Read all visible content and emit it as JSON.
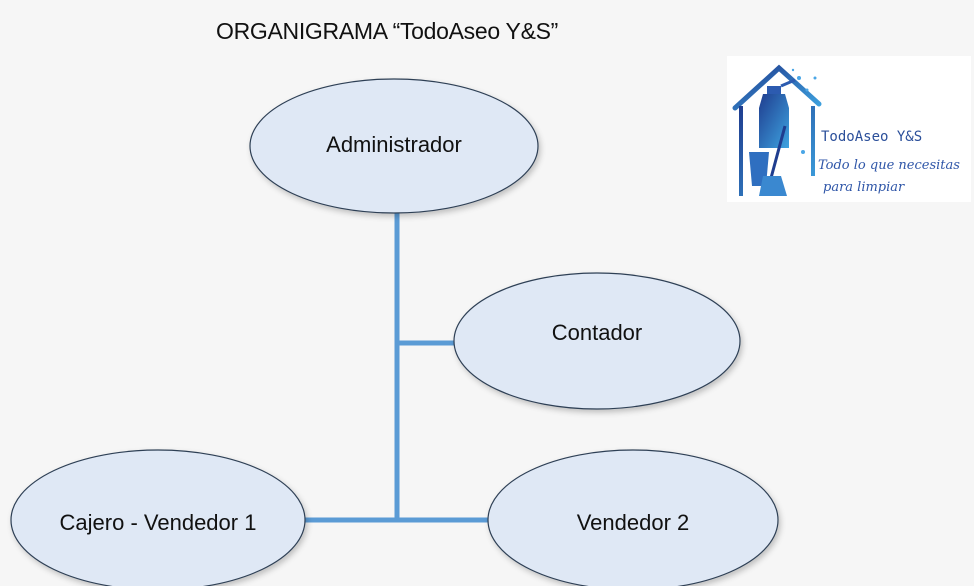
{
  "title": "ORGANIGRAMA “TodoAseo Y&S”",
  "nodes": {
    "administrador": "Administrador",
    "contador": "Contador",
    "cajero": "Cajero - Vendedor 1",
    "vendedor2": "Vendedor 2"
  },
  "logo": {
    "name": "TodoAseo Y&S",
    "tagline_1": "Todo lo que necesitas",
    "tagline_2": "para limpiar",
    "icon": "house-cleaning-icon"
  },
  "colors": {
    "node_fill": "#dfe8f5",
    "node_stroke": "#2e3f55",
    "connector": "#5b9bd5",
    "logo_primary": "#2b4f9a"
  }
}
